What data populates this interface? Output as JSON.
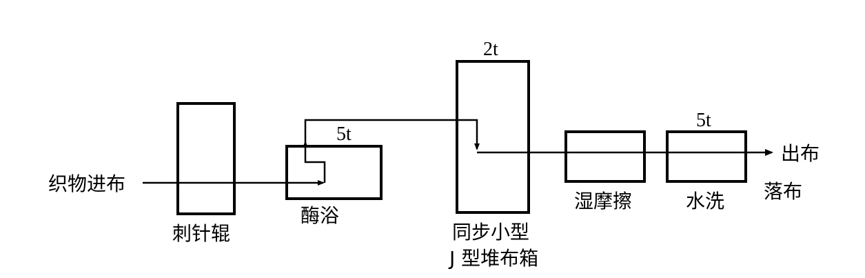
{
  "diagram": {
    "inputs": {
      "fabric_in": "织物进布",
      "fabric_out": "出布",
      "fabric_drop": "落布"
    },
    "stations": {
      "needle_roller": "刺针辊",
      "enzyme_bath": "酶浴",
      "enzyme_bath_capacity": "5t",
      "j_box_line1": "同步小型",
      "j_box_line2": "J 型堆布箱",
      "j_box_capacity": "2t",
      "wet_rubbing": "湿摩擦",
      "water_wash": "水洗",
      "water_wash_capacity": "5t"
    },
    "colors": {
      "stroke": "#000000",
      "background": "#ffffff"
    }
  }
}
